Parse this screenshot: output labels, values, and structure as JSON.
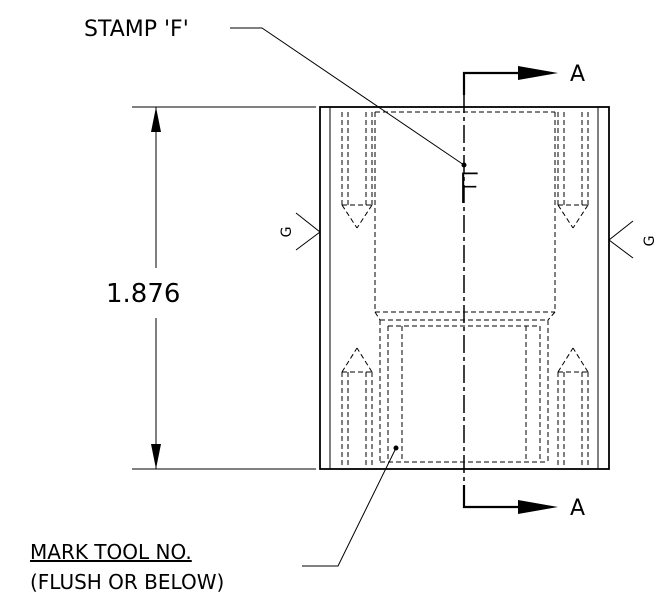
{
  "drawing": {
    "stamp_label": "STAMP 'F'",
    "stamp_letter": "F",
    "dimension_height": "1.876",
    "section_label_top": "A",
    "section_label_bottom": "A",
    "grind_left": "G",
    "grind_right": "G",
    "note_line1": "MARK TOOL NO.",
    "note_line2": "(FLUSH OR BELOW)"
  }
}
